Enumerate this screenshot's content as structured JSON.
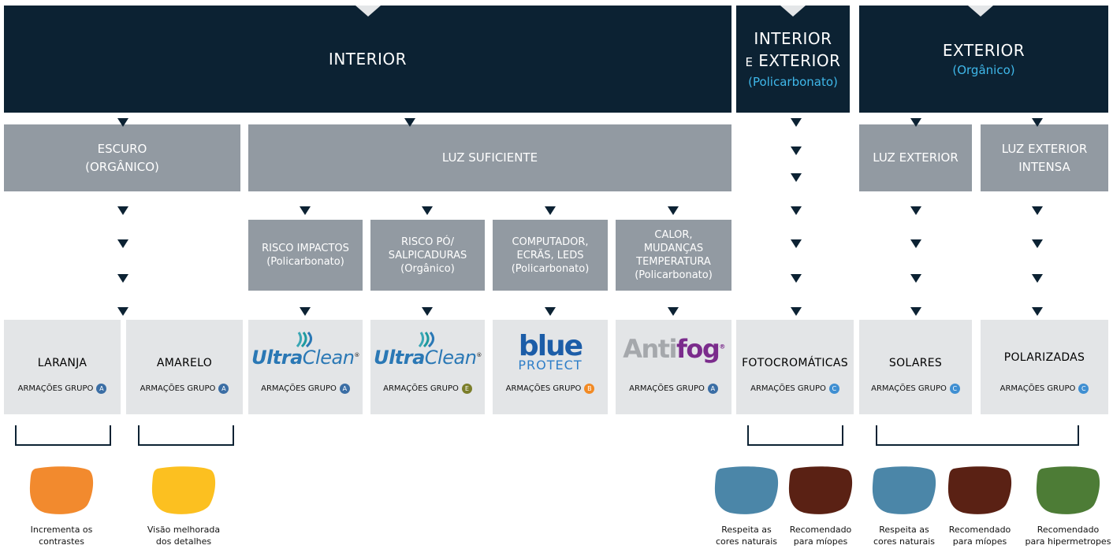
{
  "top": {
    "interior": "INTERIOR",
    "int_ext": {
      "line1": "INTERIOR",
      "line2_e": "E",
      "line2_ext": "EXTERIOR",
      "accent": "(Policarbonato)"
    },
    "exterior": {
      "title": "EXTERIOR",
      "accent": "(Orgânico)"
    }
  },
  "middle": {
    "escuro": {
      "line1": "ESCURO",
      "line2": "(ORGÂNICO)"
    },
    "luz_suficiente": "LUZ SUFICIENTE",
    "luz_exterior": "LUZ EXTERIOR",
    "luz_exterior_intensa": {
      "line1": "LUZ EXTERIOR",
      "line2": "INTENSA"
    }
  },
  "risks": [
    {
      "lines": [
        "RISCO IMPACTOS",
        "(Policarbonato)"
      ]
    },
    {
      "lines": [
        "RISCO PÓ/",
        "SALPICADURAS",
        "(Orgânico)"
      ]
    },
    {
      "lines": [
        "COMPUTADOR,",
        "ECRÃS, LEDS",
        "(Policarbonato)"
      ]
    },
    {
      "lines": [
        "CALOR,",
        "MUDANÇAS",
        "TEMPERATURA",
        "(Policarbonato)"
      ]
    }
  ],
  "group_label": "ARMAÇÕES GRUPO",
  "products": [
    {
      "name": "LARANJA",
      "badge": "A",
      "badge_color": "#3b6ea5"
    },
    {
      "name": "AMARELO",
      "badge": "A",
      "badge_color": "#3b6ea5"
    },
    {
      "logo": "ultraclean",
      "badge": "A",
      "badge_color": "#3b6ea5"
    },
    {
      "logo": "ultraclean",
      "badge": "E",
      "badge_color": "#7b7e2a"
    },
    {
      "logo": "blueprotect",
      "badge": "B",
      "badge_color": "#f28a24"
    },
    {
      "logo": "antifog",
      "badge": "A",
      "badge_color": "#3b6ea5"
    },
    {
      "name": "FOTOCROMÁTICAS",
      "badge": "C",
      "badge_color": "#3f8fd2"
    },
    {
      "name": "SOLARES",
      "badge": "C",
      "badge_color": "#3f8fd2"
    },
    {
      "name": "POLARIZADAS",
      "badge": "C",
      "badge_color": "#3f8fd2"
    }
  ],
  "logos": {
    "ultraclean": {
      "a": "Ultra",
      "b": "Clean",
      "reg": "®"
    },
    "blueprotect": {
      "a": "blue",
      "b": "PROTECT"
    },
    "antifog": {
      "a": "Anti",
      "b": "fog",
      "reg": "®"
    }
  },
  "lenses": [
    {
      "color": "#f28a2e",
      "caption": [
        "Incrementa os",
        "contrastes"
      ]
    },
    {
      "color": "#fcc020",
      "caption": [
        "Visão melhorada",
        "dos detalhes"
      ]
    },
    {
      "color": "#4b86a8",
      "caption": [
        "Respeita as",
        "cores naturais"
      ]
    },
    {
      "color": "#5a2114",
      "caption": [
        "Recomendado",
        "para míopes"
      ]
    },
    {
      "color": "#4b86a8",
      "caption": [
        "Respeita as",
        "cores naturais"
      ]
    },
    {
      "color": "#5a2114",
      "caption": [
        "Recomendado",
        "para míopes"
      ]
    },
    {
      "color": "#4d7c36",
      "caption": [
        "Recomendado",
        "para hipermetropes"
      ]
    }
  ]
}
